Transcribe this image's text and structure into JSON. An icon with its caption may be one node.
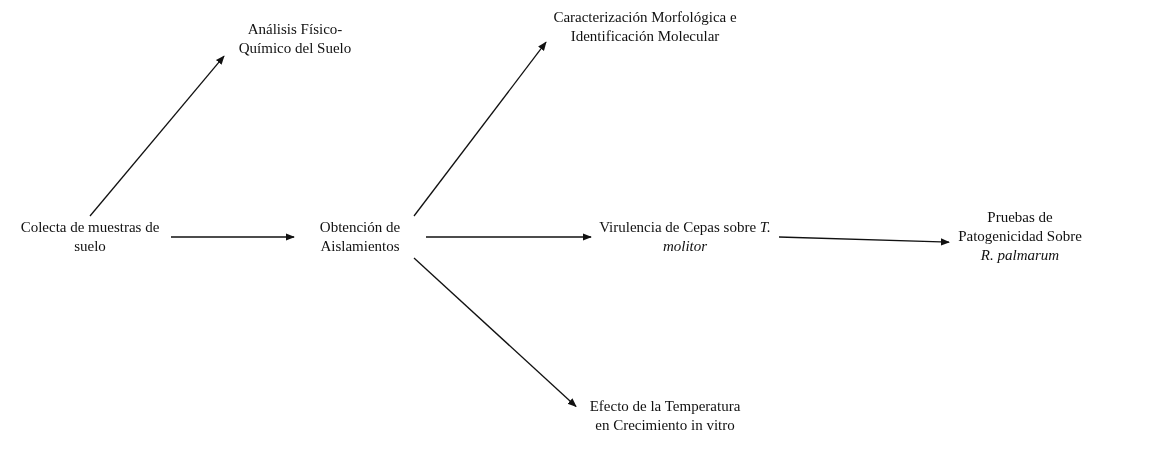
{
  "diagram": {
    "nodes": [
      {
        "text": [
          "Colecta de muestras de suelo"
        ]
      },
      {
        "text": [
          "Análisis Físico-Químico del Suelo"
        ]
      },
      {
        "text": [
          "Obtención de Aislamientos"
        ]
      },
      {
        "text": [
          "Caracterización Morfológica e Identificación Molecular"
        ]
      },
      {
        "text": [
          "Virulencia de Cepas sobre *T. molitor*"
        ]
      },
      {
        "text": [
          "Pruebas de Patogenicidad Sobre *R. palmarum*"
        ]
      },
      {
        "text": [
          "Efecto de la Temperatura en Crecimiento in vitro"
        ]
      }
    ],
    "edges": [
      {
        "from": 0,
        "to": 1,
        "arrow": "to"
      },
      {
        "from": 0,
        "to": 2,
        "arrow": "to"
      },
      {
        "from": 2,
        "to": 3,
        "arrow": "to"
      },
      {
        "from": 2,
        "to": 4,
        "arrow": "to"
      },
      {
        "from": 4,
        "to": 5,
        "arrow": "to"
      },
      {
        "from": 2,
        "to": 6,
        "arrow": "to"
      }
    ]
  }
}
